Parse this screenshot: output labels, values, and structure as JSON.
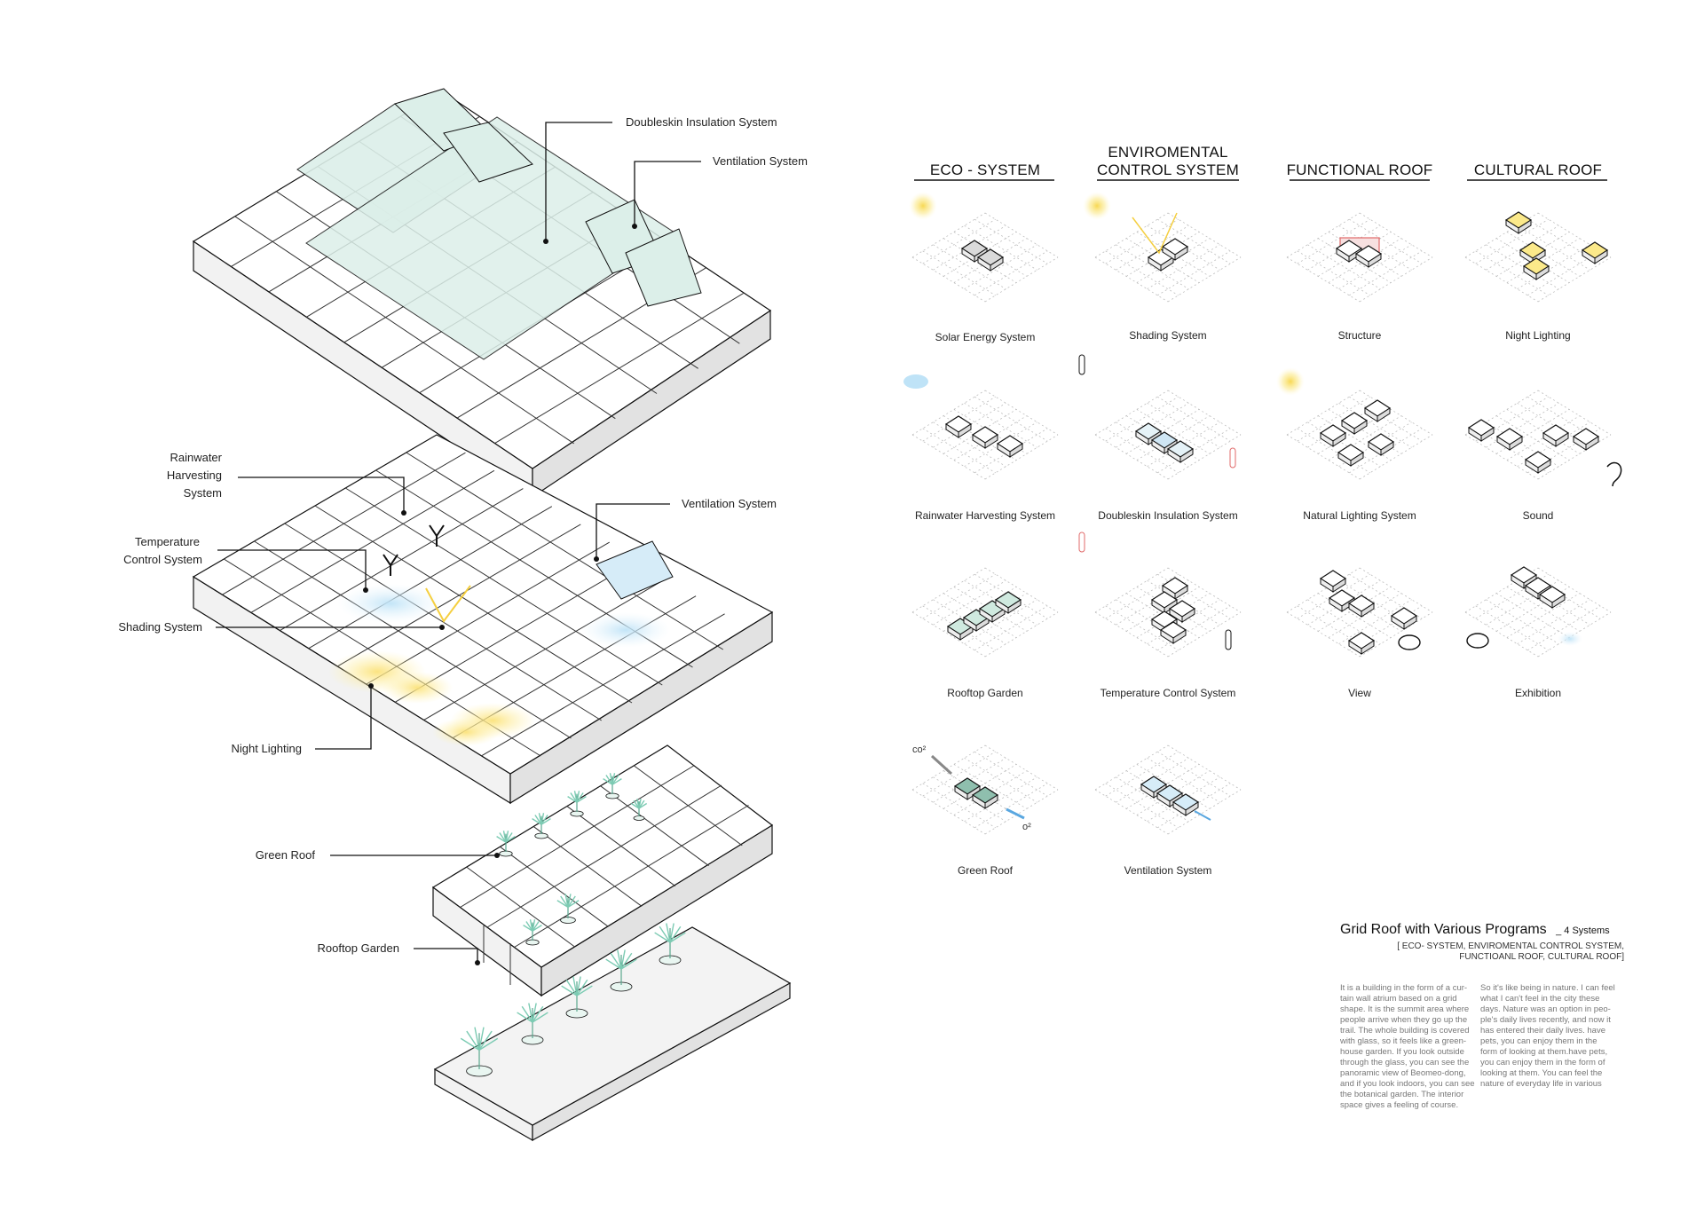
{
  "callouts": {
    "doubleskin": "Doubleskin Insulation System",
    "ventilation_top": "Ventilation System",
    "rainwater_line1": "Rainwater",
    "rainwater_line2": "Harvesting",
    "rainwater_line3": "System",
    "ventilation_mid": "Ventilation System",
    "temperature_line1": "Temperature",
    "temperature_line2": "Control System",
    "shading": "Shading System",
    "night_lighting": "Night Lighting",
    "green_roof": "Green Roof",
    "rooftop_garden": "Rooftop Garden"
  },
  "columns": [
    {
      "heading_line1": "",
      "heading_line2": "ECO - SYSTEM"
    },
    {
      "heading_line1": "ENVIROMENTAL",
      "heading_line2": "CONTROL SYSTEM"
    },
    {
      "heading_line1": "",
      "heading_line2": "FUNCTIONAL ROOF"
    },
    {
      "heading_line1": "",
      "heading_line2": "CULTURAL ROOF"
    }
  ],
  "cells": [
    [
      "Solar Energy System",
      "Rainwater Harvesting System",
      "Rooftop Garden",
      "Green Roof"
    ],
    [
      "Shading System",
      "Doubleskin Insulation System",
      "Temperature Control System",
      "Ventilation System"
    ],
    [
      "Structure",
      "Natural Lighting System",
      "View"
    ],
    [
      "Night Lighting",
      "Sound",
      "Exhibition"
    ]
  ],
  "markers": {
    "co2": "co²",
    "o2": "o²"
  },
  "summary": {
    "title": "Grid Roof with Various Programs",
    "title_suffix": "_ 4 Systems",
    "subtitle_line1": "[ ECO- SYSTEM, ENVIROMENTAL CONTROL SYSTEM,",
    "subtitle_line2": "FUNCTIOANL ROOF, CULTURAL ROOF]",
    "body_left": [
      "It is a building in the form of a cur-",
      "tain wall atrium based on a grid",
      "shape. It is the summit area where",
      "people arrive when they go up the",
      "trail. The whole building is covered",
      "with glass, so it feels like a green-",
      "house garden. If you look outside",
      "through the glass, you can see the",
      "panoramic view of Beomeo-dong,",
      "and if you look indoors, you can see",
      "the botanical garden. The interior",
      "space gives a feeling of course."
    ],
    "body_right": [
      "So it's like being in nature. I can feel",
      "what I can't feel in the city these",
      "days. Nature was an option in peo-",
      "ple's daily lives recently, and now it",
      "has entered their daily lives. have",
      "pets, you can enjoy them in the",
      "form of looking at them.have pets,",
      "you can enjoy them in the form of",
      "looking at them. You can feel the",
      "nature of everyday life in various"
    ]
  },
  "colors": {
    "glass": "#dcefe9",
    "glass_blue": "#d6ecf8",
    "light_yellow": "#fbe98a",
    "sun": "#f7d64a",
    "tree": "#7ccbb3",
    "accent_red": "#e06a6a",
    "accent_blue": "#5aa7e0"
  }
}
